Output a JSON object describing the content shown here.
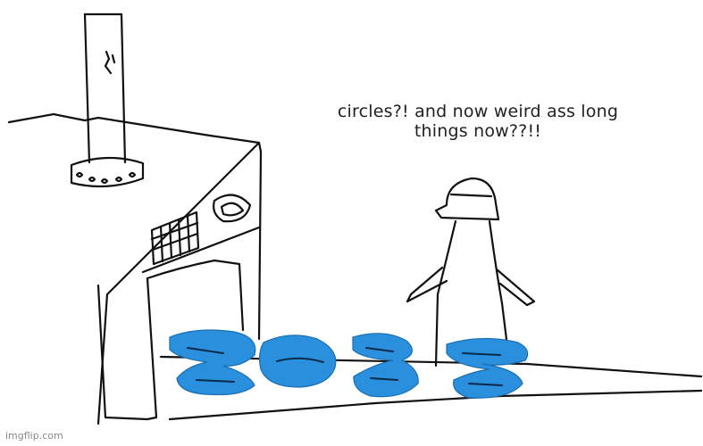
{
  "caption": {
    "line1": "circles?! and now weird ass long",
    "line2": "things now??!!"
  },
  "watermark": "imgflip.com",
  "colors": {
    "background": "#ffffff",
    "ink": "#111111",
    "blob_fill": "#2a8fdc",
    "blob_stroke": "#1a6fb3",
    "blob_inner": "#0a2a4a",
    "watermark": "#8a8a8a"
  },
  "figures": [
    "machine-with-pipe",
    "penguin-with-hardhat",
    "conveyor-belt",
    "blue-blobs"
  ]
}
